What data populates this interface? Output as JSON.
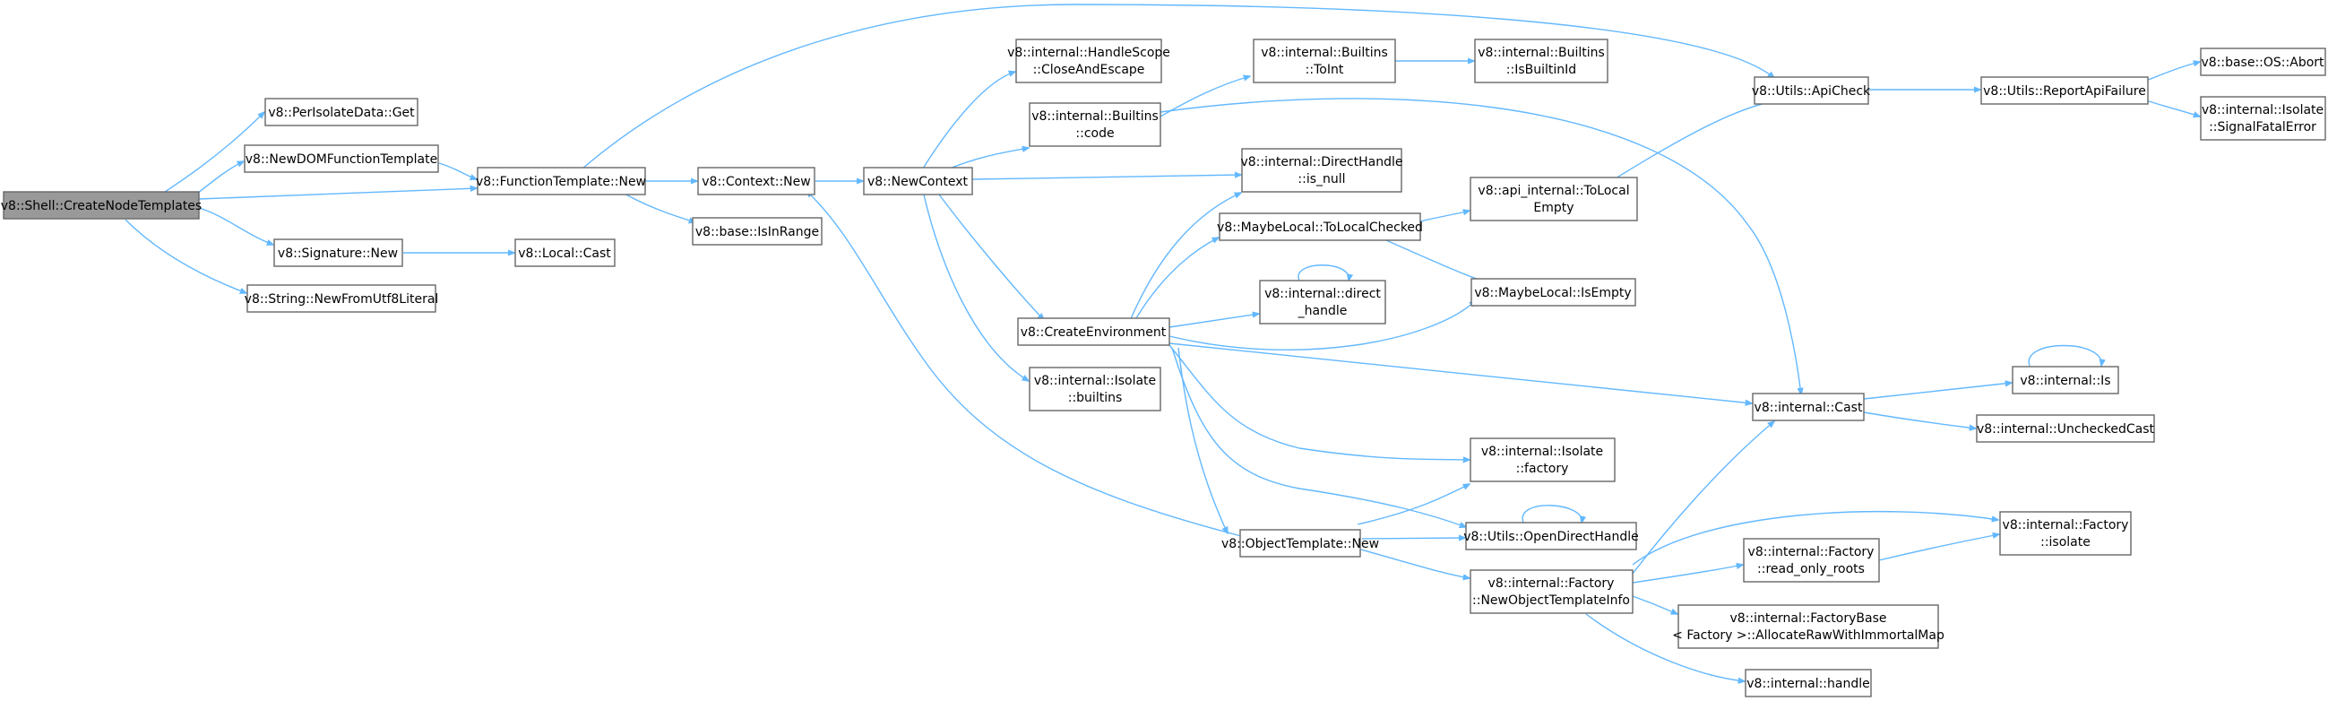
{
  "root_color": "#999999",
  "edge_color": "#63b8ff",
  "nodes": {
    "root": [
      "v8::Shell::CreateNodeTemplates"
    ],
    "pidget": [
      "v8::PerIsolateData::Get"
    ],
    "newdom": [
      "v8::NewDOMFunctionTemplate"
    ],
    "sig": [
      "v8::Signature::New"
    ],
    "strnew": [
      "v8::String::NewFromUtf8Literal"
    ],
    "ftnew": [
      "v8::FunctionTemplate::New"
    ],
    "lcast": [
      "v8::Local::Cast"
    ],
    "ctxnew": [
      "v8::Context::New"
    ],
    "isinrange": [
      "v8::base::IsInRange"
    ],
    "newctx": [
      "v8::NewContext"
    ],
    "hscope": [
      "v8::internal::HandleScope",
      "::CloseAndEscape"
    ],
    "bcode": [
      "v8::internal::Builtins",
      "::code"
    ],
    "createenv": [
      "v8::CreateEnvironment"
    ],
    "isobuiltins": [
      "v8::internal::Isolate",
      "::builtins"
    ],
    "objtnew": [
      "v8::ObjectTemplate::New"
    ],
    "toint": [
      "v8::internal::Builtins",
      "::ToInt"
    ],
    "isbuiltinid": [
      "v8::internal::Builtins",
      "::IsBuiltinId"
    ],
    "dhisnull": [
      "v8::internal::DirectHandle",
      "::is_null"
    ],
    "mltolocal": [
      "v8::MaybeLocal::ToLocalChecked"
    ],
    "directhandle": [
      "v8::internal::direct",
      "_handle"
    ],
    "apitolocal": [
      "v8::api_internal::ToLocal",
      "Empty"
    ],
    "mlisempty": [
      "v8::MaybeLocal::IsEmpty"
    ],
    "isofactory": [
      "v8::internal::Isolate",
      "::factory"
    ],
    "opendh": [
      "v8::Utils::OpenDirectHandle"
    ],
    "newoti": [
      "v8::internal::Factory",
      "::NewObjectTemplateInfo"
    ],
    "apicheck": [
      "v8::Utils::ApiCheck"
    ],
    "icast": [
      "v8::internal::Cast"
    ],
    "reportfail": [
      "v8::Utils::ReportApiFailure"
    ],
    "abort": [
      "v8::base::OS::Abort"
    ],
    "fatalerr": [
      "v8::internal::Isolate",
      "::SignalFatalError"
    ],
    "iis": [
      "v8::internal::Is"
    ],
    "unchecked": [
      "v8::internal::UncheckedCast"
    ],
    "factisolate": [
      "v8::internal::Factory",
      "::isolate"
    ],
    "readonly": [
      "v8::internal::Factory",
      "::read_only_roots"
    ],
    "allocraw": [
      "v8::internal::FactoryBase",
      "< Factory >::AllocateRawWithImmortalMap"
    ],
    "ihandle": [
      "v8::internal::handle"
    ]
  }
}
